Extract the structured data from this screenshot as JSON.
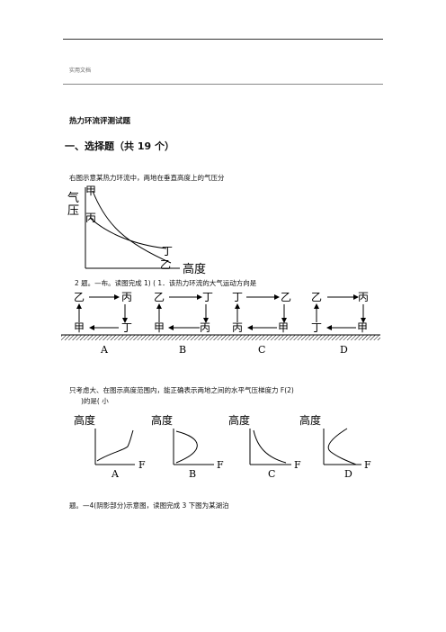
{
  "header": {
    "tag": "实用文档"
  },
  "doc": {
    "title": "热力环流评测试题",
    "section": "一、选择题（共 19 个）",
    "q1_text": "右图示意某热力环流中，两地在垂直高度上的气压分",
    "q2_text": "2 题。—布。读图完成 1) (   1．该热力环流的大气运动方向是",
    "q3_text_a": "只考虑大、在图示高度范围内，能正确表示两地之间的水平气压梯度力 F(2)",
    "q3_text_b": ")的是(  小",
    "q4_text": "题。—4(阴影部分)示意图，读图完成 3 下图为某湖泊"
  },
  "fig1": {
    "y_label_top": "气",
    "y_label_bottom": "压",
    "x_label": "高度",
    "curve_a_start": "甲",
    "curve_b_start": "丙",
    "curve_a_end": "乙",
    "curve_b_end": "丁"
  },
  "fig2": {
    "options": [
      {
        "letter": "A",
        "tl": "乙",
        "tr": "丙",
        "bl": "甲",
        "br": "丁"
      },
      {
        "letter": "B",
        "tl": "乙",
        "tr": "丁",
        "bl": "甲",
        "br": "丙"
      },
      {
        "letter": "C",
        "tl": "丁",
        "tr": "乙",
        "bl": "丙",
        "br": "甲"
      },
      {
        "letter": "D",
        "tl": "乙",
        "tr": "丙",
        "bl": "丁",
        "br": "甲"
      }
    ]
  },
  "fig3": {
    "y_label": "高度",
    "x_label": "F",
    "options": [
      {
        "letter": "A"
      },
      {
        "letter": "B"
      },
      {
        "letter": "C"
      },
      {
        "letter": "D"
      }
    ]
  }
}
